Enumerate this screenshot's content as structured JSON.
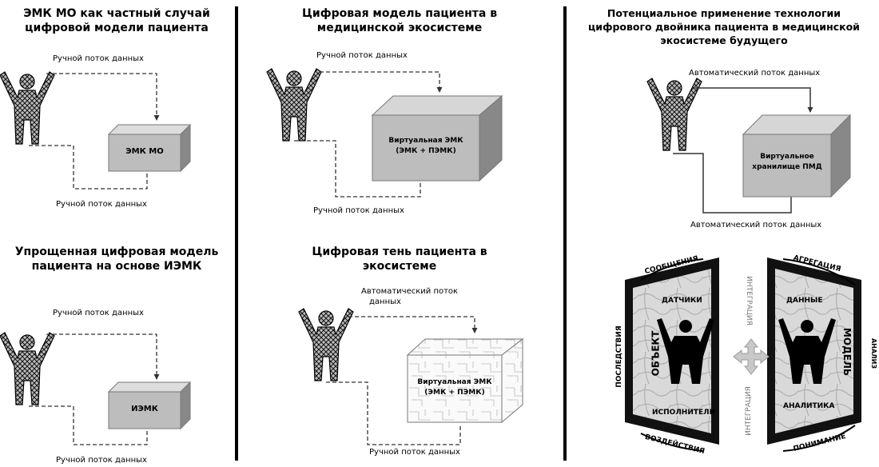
{
  "col1": {
    "block1": {
      "title_l1": "ЭМК МО как частный случай",
      "title_l2": "цифровой модели пациента",
      "top_flow": "Ручной поток данных",
      "bottom_flow": "Ручной поток данных",
      "box": "ЭМК МО"
    },
    "block2": {
      "title_l1": "Упрощенная цифровая модель",
      "title_l2": "пациента на основе ИЭМК",
      "top_flow": "Ручной поток данных",
      "bottom_flow": "Ручной поток данных",
      "box": "ИЭМК"
    }
  },
  "col2": {
    "block1": {
      "title_l1": "Цифровая модель пациента в",
      "title_l2": "медицинской экосистеме",
      "top_flow": "Ручной поток данных",
      "bottom_flow": "Ручной поток данных",
      "box_l1": "Виртуальная ЭМК",
      "box_l2": "(ЭМК + ПЭМК)"
    },
    "block2": {
      "title_l1": "Цифровая тень пациента в",
      "title_l2": "экосистеме",
      "top_flow_l1": "Автоматический поток",
      "top_flow_l2": "данных",
      "bottom_flow": "Ручной поток данных",
      "box_l1": "Виртуальная ЭМК",
      "box_l2": "(ЭМК + ПЭМК)"
    }
  },
  "col3": {
    "title_l1": "Потенциальное применение технологии",
    "title_l2": "цифрового двойника пациента в медицинской",
    "title_l3": "экосистеме будущего",
    "top_flow": "Автоматический поток данных",
    "bottom_flow": "Автоматический поток данных",
    "box_l1": "Виртуальное",
    "box_l2": "хранилище ПМД",
    "twin": {
      "messages": "СООБЩЕНИЯ",
      "consequences": "ПОСЛЕДСТВИЯ",
      "impacts": "ВОЗДЕЙСТВИЯ",
      "sensors": "ДАТЧИКИ",
      "object": "ОБЪЕКТ",
      "executors": "ИСПОЛНИТЕЛИ",
      "integration_top": "ИНТЕГРАЦИЯ",
      "integration_bottom": "ИНТЕГРАЦИЯ",
      "aggregation": "АГРЕГАЦИЯ",
      "data": "ДАННЫЕ",
      "model": "МОДЕЛЬ",
      "analytics": "АНАЛИТИКА",
      "analysis": "АНАЛИЗ",
      "understanding": "ПОНИМАНИЕ"
    }
  }
}
